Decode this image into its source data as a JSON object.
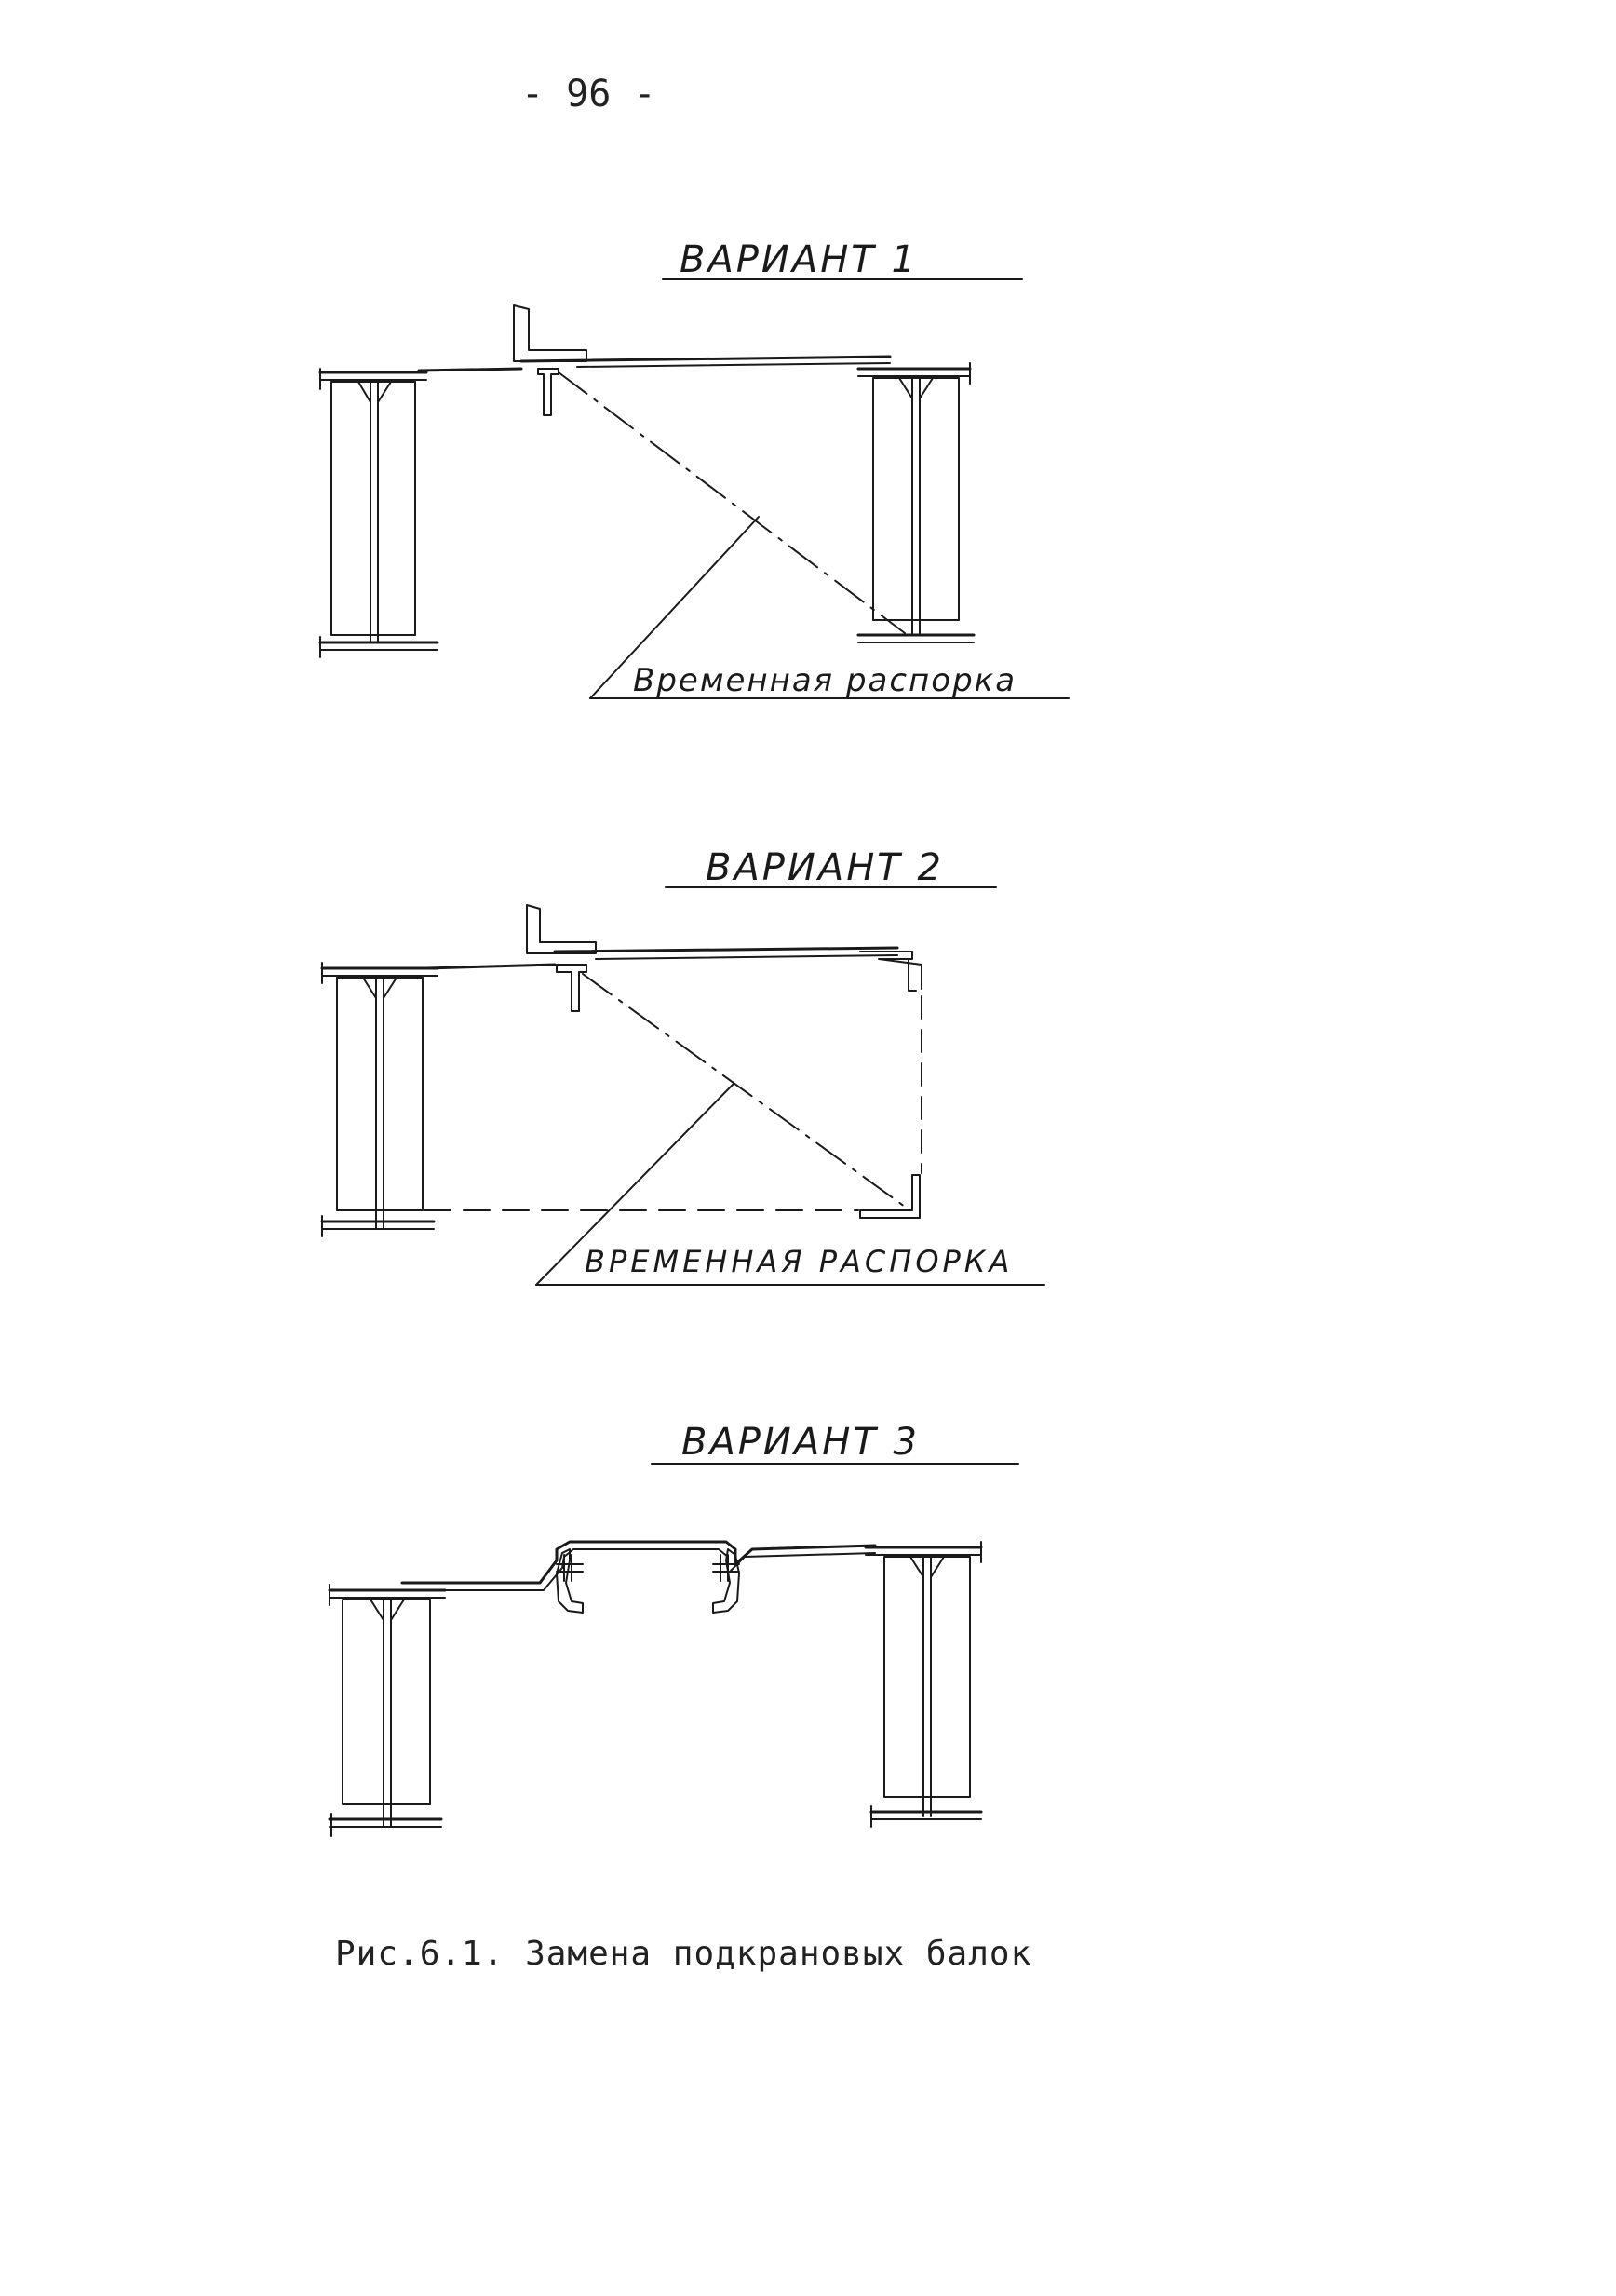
{
  "page": {
    "number": "- 96 -"
  },
  "variants": [
    {
      "title": "ВАРИАНТ 1",
      "label": "Временная распорка"
    },
    {
      "title": "ВАРИАНТ 2",
      "label": "ВРЕМЕННАЯ РАСПОРКА"
    },
    {
      "title": "ВАРИАНТ 3"
    }
  ],
  "caption": "Рис.6.1. Замена подкрановых балок"
}
